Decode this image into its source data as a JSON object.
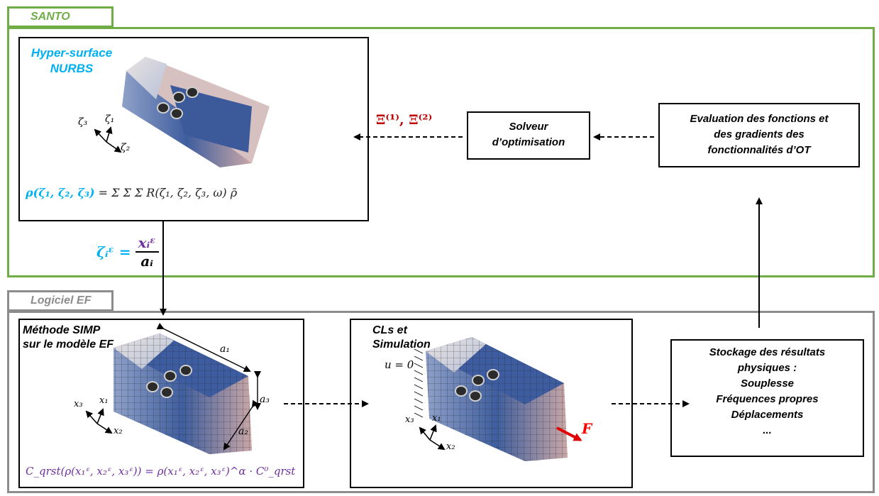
{
  "santo": {
    "label": "SANTO"
  },
  "logiciel": {
    "label": "Logiciel EF"
  },
  "nurbs_box": {
    "title_line1": "Hyper-surface",
    "title_line2": "NURBS",
    "axis_z1": "ζ₁",
    "axis_z2": "ζ₂",
    "axis_z3": "ζ₃",
    "formula_lhs": "ρ(ζ₁, ζ₂, ζ₃)",
    "formula_rhs": "= Σ Σ Σ R(ζ₁, ζ₂, ζ₃, ω) ρ̄"
  },
  "solver": {
    "line1": "Solveur",
    "line2": "d’optimisation"
  },
  "xi_label": "Ξ⁽¹⁾, Ξ⁽²⁾",
  "evaluation": {
    "line1": "Evaluation des fonctions et",
    "line2": "des gradients des",
    "line3": "fonctionnalités d’OT"
  },
  "mapping_formula": {
    "lhs": "ζᵢᵋ =",
    "numerator": "xᵢᵋ",
    "denominator": "aᵢ"
  },
  "simp_box": {
    "title_line1": "Méthode SIMP",
    "title_line2": "sur le modèle EF",
    "dim_a1": "a₁",
    "dim_a2": "a₂",
    "dim_a3": "a₃",
    "axis_x1": "x₁",
    "axis_x2": "x₂",
    "axis_x3": "x₃",
    "formula": "C_qrst(ρ(x₁ᵋ, x₂ᵋ, x₃ᵋ)) = ρ(x₁ᵋ, x₂ᵋ, x₃ᵋ)^α · C⁰_qrst"
  },
  "cls_box": {
    "title_line1": "CLs et",
    "title_line2": "Simulation",
    "bc_label": "u = 0",
    "force_label": "F",
    "axis_x1": "x₁",
    "axis_x2": "x₂",
    "axis_x3": "x₃"
  },
  "storage": {
    "line1": "Stockage des résultats",
    "line2": "physiques :",
    "line3": "Souplesse",
    "line4": "Fréquences propres",
    "line5": "Déplacements",
    "line6": "..."
  },
  "colors": {
    "green": "#70ad47",
    "gray": "#7f7f7f",
    "cyan": "#00b0f0",
    "purple": "#7030a0",
    "red": "#c00000",
    "force_red": "#ff0000"
  }
}
